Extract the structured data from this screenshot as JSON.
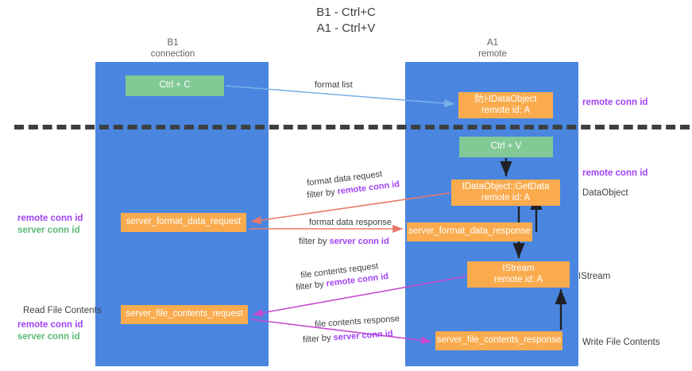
{
  "title": "B1 - Ctrl+C\nA1 - Ctrl+V",
  "columns": {
    "left": "B1\nconnection",
    "right": "A1\nremote"
  },
  "nodes": {
    "ctrl_c": "Ctrl + C",
    "ctrl_v": "Ctrl + V",
    "dataobject_line1": "阞ﾄIDataObject",
    "dataobject_line2": "remote id: A",
    "getdata_line1": "IDataObject::GetData",
    "getdata_line2": "remote id: A",
    "istream_line1": "IStream",
    "istream_line2": "remote id: A",
    "server_format_data_request": "server_format_data_request",
    "server_format_data_response": "server_format_data_response",
    "server_file_contents_request": "server_file_contents_request",
    "server_file_contents_response": "server_file_contents_response"
  },
  "edges": {
    "format_list": "format list",
    "format_data_request": "format data request",
    "format_data_request_filter_prefix": "filter by ",
    "format_data_request_filter_key": "remote conn id",
    "format_data_response": "format data response",
    "format_data_response_filter_prefix": "filter by ",
    "format_data_response_filter_key": "server conn id",
    "file_contents_request": "file contents request",
    "file_contents_request_filter_prefix": "filter by ",
    "file_contents_request_filter_key": "remote conn id",
    "file_contents_response": "file contents response",
    "file_contents_response_filter_prefix": "filter by ",
    "file_contents_response_filter_key": "server conn id"
  },
  "annotations": {
    "right_remote_conn_id_top": "remote conn id",
    "right_remote_conn_id_mid": "remote conn id",
    "right_dataobject": "DataObject",
    "right_istream": "IStream",
    "right_write_file_contents": "Write File Contents",
    "left_remote_conn_id_1": "remote conn id",
    "left_server_conn_id_1": "server conn id",
    "left_read_file_contents": "Read File Contents",
    "left_remote_conn_id_2": "remote conn id",
    "left_server_conn_id_2": "server conn id"
  },
  "colors": {
    "lane": "#4a86e0",
    "orange": "#f9ab4e",
    "green": "#81c995",
    "purple": "#a142f4",
    "green_text": "#5bb974",
    "arrow_blue": "#7bb0e8",
    "arrow_red": "#e8786b",
    "arrow_magenta": "#c64bd0",
    "arrow_black": "#202124"
  }
}
